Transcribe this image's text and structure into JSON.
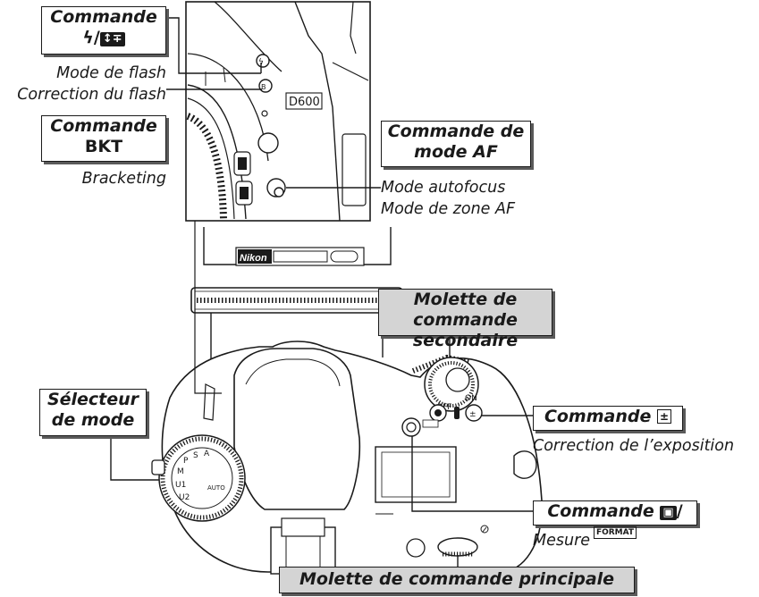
{
  "callouts": {
    "flash_button": {
      "line1": "Commande",
      "line2_symbol": "ϟ/",
      "line2_box": "↕∓"
    },
    "bkt_button": {
      "line1": "Commande",
      "line2": "BKT"
    },
    "af_mode_button": {
      "line1": "Commande de",
      "line2": "mode AF"
    },
    "sub_dial": {
      "line1": "Molette de commande",
      "line2": "secondaire"
    },
    "mode_dial": {
      "line1": "Sélecteur",
      "line2": "de mode"
    },
    "exposure_button": {
      "label": "Commande",
      "symbol": "±"
    },
    "metering_button": {
      "label": "Commande",
      "symbol": "▣",
      "symbol2": "FORMAT"
    },
    "main_dial": {
      "label": "Molette de commande principale"
    }
  },
  "descriptions": {
    "flash_mode": "Mode de flash",
    "flash_comp": "Correction du flash",
    "bracketing": "Bracketing",
    "af_mode": "Mode autofocus",
    "af_area": "Mode de zone AF",
    "exposure_comp": "Correction de l’exposition",
    "metering": "Mesure"
  },
  "camera": {
    "brand": "Nikon",
    "model": "D600",
    "dial_labels": [
      "P",
      "S",
      "A",
      "M",
      "U1",
      "U2",
      "AUTO"
    ],
    "switch_labels": [
      "OFF",
      "ON"
    ]
  },
  "colors": {
    "line": "#1a1a1a",
    "gray_callout": "#d4d4d4",
    "shadow": "#5a5a5a"
  }
}
